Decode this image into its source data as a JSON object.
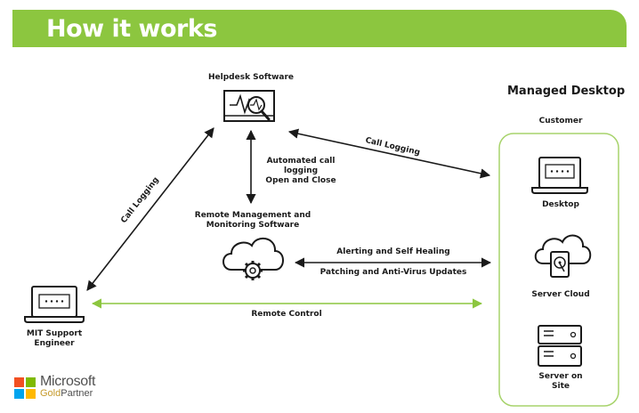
{
  "header": {
    "title": "How it works"
  },
  "nodes": {
    "helpdesk": {
      "label": "Helpdesk Software"
    },
    "rmm": {
      "label_line1": "Remote Management and",
      "label_line2": "Monitoring Software"
    },
    "engineer": {
      "label_line1": "MIT Support",
      "label_line2": "Engineer"
    }
  },
  "managed_desktop": {
    "title": "Managed Desktop",
    "subtitle": "Customer",
    "items": [
      {
        "label_line1": "Desktop",
        "label_line2": ""
      },
      {
        "label_line1": "Server Cloud",
        "label_line2": ""
      },
      {
        "label_line1": "Server on",
        "label_line2": "Site"
      }
    ]
  },
  "connections": {
    "engineer_helpdesk": "Call Logging",
    "helpdesk_customer": "Call Logging",
    "helpdesk_rmm_line1": "Automated call logging",
    "helpdesk_rmm_line2": "Open and Close",
    "rmm_customer_top": "Alerting and Self Healing",
    "rmm_customer_bottom": "Patching and Anti-Virus Updates",
    "engineer_customer": "Remote Control"
  },
  "logo": {
    "name": "Microsoft",
    "tier": "Gold",
    "suffix": "Partner",
    "colors": [
      "#f25022",
      "#7fba00",
      "#00a4ef",
      "#ffb900"
    ]
  },
  "colors": {
    "accent_green": "#8cc63f",
    "line_dark": "#1a1a1a",
    "panel_border": "#a7d36b"
  }
}
